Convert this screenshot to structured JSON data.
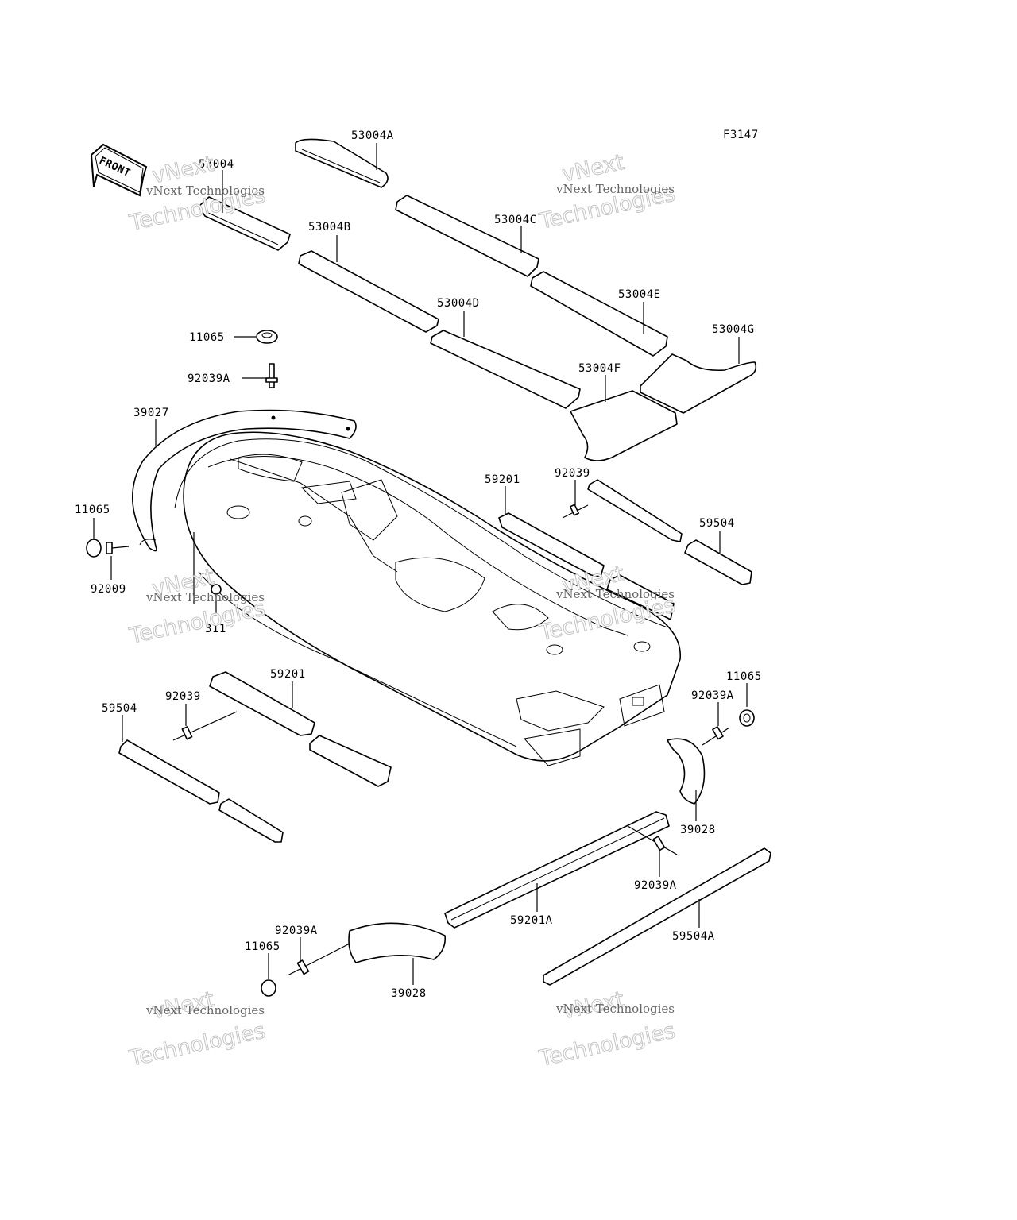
{
  "figure_code": "F3147",
  "front_marker": "FRONT",
  "watermark": {
    "line1": "vNext",
    "line2": "vNext Technologies",
    "line3": "Technologies"
  },
  "callouts": [
    {
      "id": "c01",
      "text": "53004A"
    },
    {
      "id": "c02",
      "text": "53004"
    },
    {
      "id": "c03",
      "text": "53004B"
    },
    {
      "id": "c04",
      "text": "53004C"
    },
    {
      "id": "c05",
      "text": "53004E"
    },
    {
      "id": "c06",
      "text": "53004D"
    },
    {
      "id": "c07",
      "text": "53004G"
    },
    {
      "id": "c08",
      "text": "53004F"
    },
    {
      "id": "c09",
      "text": "11065"
    },
    {
      "id": "c10",
      "text": "92039A"
    },
    {
      "id": "c11",
      "text": "39027"
    },
    {
      "id": "c12",
      "text": "11065"
    },
    {
      "id": "c13",
      "text": "92009"
    },
    {
      "id": "c14",
      "text": "311"
    },
    {
      "id": "c15",
      "text": "59201"
    },
    {
      "id": "c16",
      "text": "92039"
    },
    {
      "id": "c17",
      "text": "59504"
    },
    {
      "id": "c18",
      "text": "59201"
    },
    {
      "id": "c19",
      "text": "92039"
    },
    {
      "id": "c20",
      "text": "59504"
    },
    {
      "id": "c21",
      "text": "11065"
    },
    {
      "id": "c22",
      "text": "92039A"
    },
    {
      "id": "c23",
      "text": "39028"
    },
    {
      "id": "c24",
      "text": "92039A"
    },
    {
      "id": "c25",
      "text": "59201A"
    },
    {
      "id": "c26",
      "text": "59504A"
    },
    {
      "id": "c27",
      "text": "92039A"
    },
    {
      "id": "c28",
      "text": "11065"
    },
    {
      "id": "c29",
      "text": "39028"
    }
  ]
}
